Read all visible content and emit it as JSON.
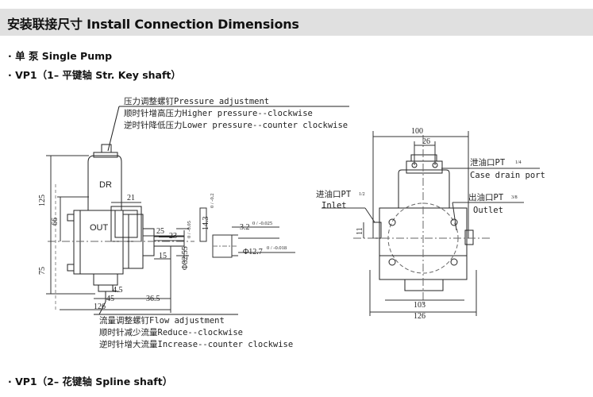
{
  "header": {
    "title": "安装联接尺寸 Install Connection Dimensions"
  },
  "sections": {
    "single_pump": "· 单  泵 Single Pump",
    "vp1_key": "· VP1（1– 平键轴 Str. Key shaft）",
    "vp1_spline": "· VP1（2– 花键轴 Spline shaft）"
  },
  "callouts": {
    "pressure": [
      "压力调整螺钉Pressure adjustment",
      "顺时针增高压力Higher pressure--clockwise",
      "逆时针降低压力Lower pressure--counter clockwise"
    ],
    "flow": [
      "流量调整螺钉Flow adjustment",
      "顺时针减少流量Reduce--clockwise",
      "逆时针增大流量Increase--counter clockwise"
    ],
    "drain_cn": "泄油口PT",
    "drain_frac": "1/4",
    "drain_en": "Case drain port",
    "inlet_cn": "进油口PT",
    "inlet_frac": "1/2",
    "inlet_en": "Inlet",
    "outlet_cn": "出油口PT",
    "outlet_frac": "3/8",
    "outlet_en": "Outlet"
  },
  "labels": {
    "dr": "DR",
    "out": "OUT"
  },
  "dims": {
    "d125": "125",
    "d66": "66",
    "d75": "75",
    "d21": "21",
    "d25": "25",
    "d23": "23",
    "d15": "15",
    "d4_5": "4.5",
    "d45": "45",
    "d36_5": "36.5",
    "d126a": "126",
    "phi82": "Φ82.55",
    "phi82_tol": "0 / -0.05",
    "d14_3": "14.3",
    "d14_3_tol": "0 / -0.2",
    "d3_2": "3.2",
    "d3_2_tol": "0 / -0.025",
    "phi12_7": "Φ12.7",
    "phi12_7_tol": "0 / -0.018",
    "d100": "100",
    "d26": "26",
    "d11": "11",
    "d103": "103",
    "d126b": "126"
  }
}
